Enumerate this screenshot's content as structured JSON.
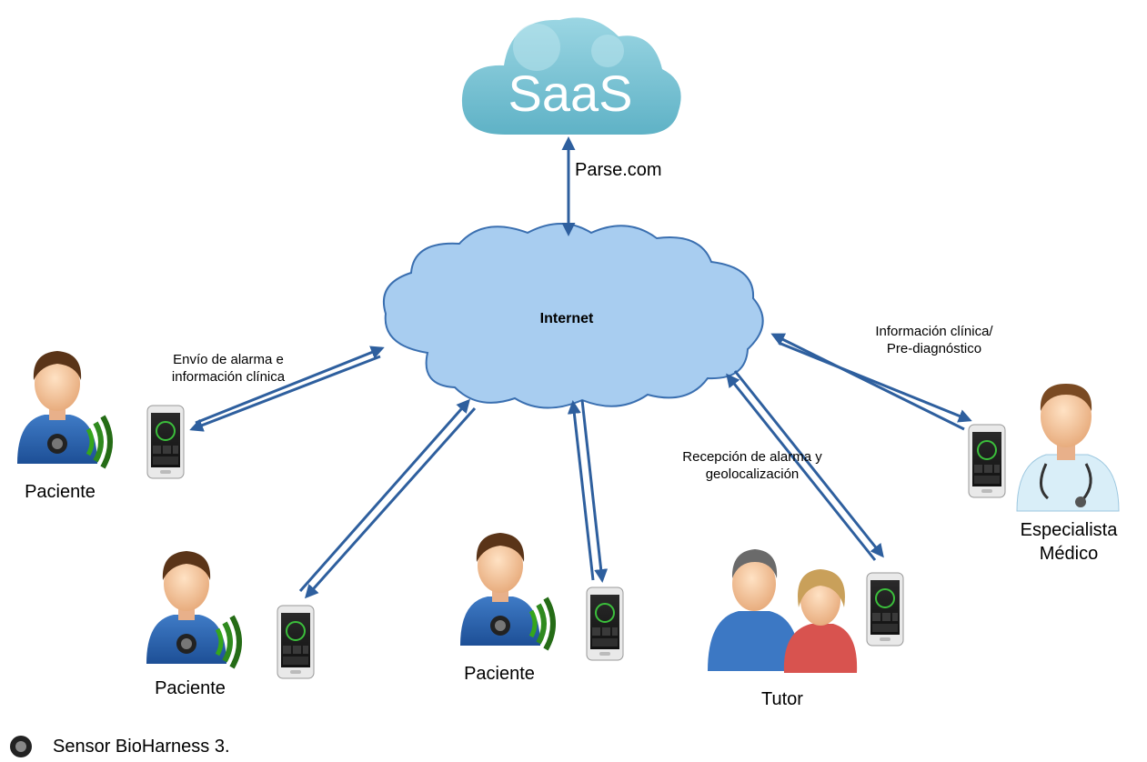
{
  "saas": {
    "label": "SaaS",
    "link_label": "Parse.com"
  },
  "internet": {
    "label": "Internet"
  },
  "edges": {
    "patient_link": [
      "Envío de alarma e",
      "información clínica"
    ],
    "tutor_link": [
      "Recepción de alarma y",
      "geolocalización"
    ],
    "doctor_link": [
      "Información clínica/",
      "Pre-diagnóstico"
    ]
  },
  "nodes": {
    "patient_1": "Paciente",
    "patient_2": "Paciente",
    "patient_3": "Paciente",
    "tutor": "Tutor",
    "doctor": [
      "Especialista",
      "Médico"
    ]
  },
  "legend": {
    "icon": "sensor-icon",
    "label": "Sensor BioHarness 3."
  },
  "colors": {
    "arrow": "#2e5f9e",
    "cloud_fill": "#a8cdf0",
    "cloud_stroke": "#3a6fb0",
    "saas_cloud": "#7cc4d4",
    "shirt": "#2a5fa8",
    "signal": "#2f8a1e"
  }
}
